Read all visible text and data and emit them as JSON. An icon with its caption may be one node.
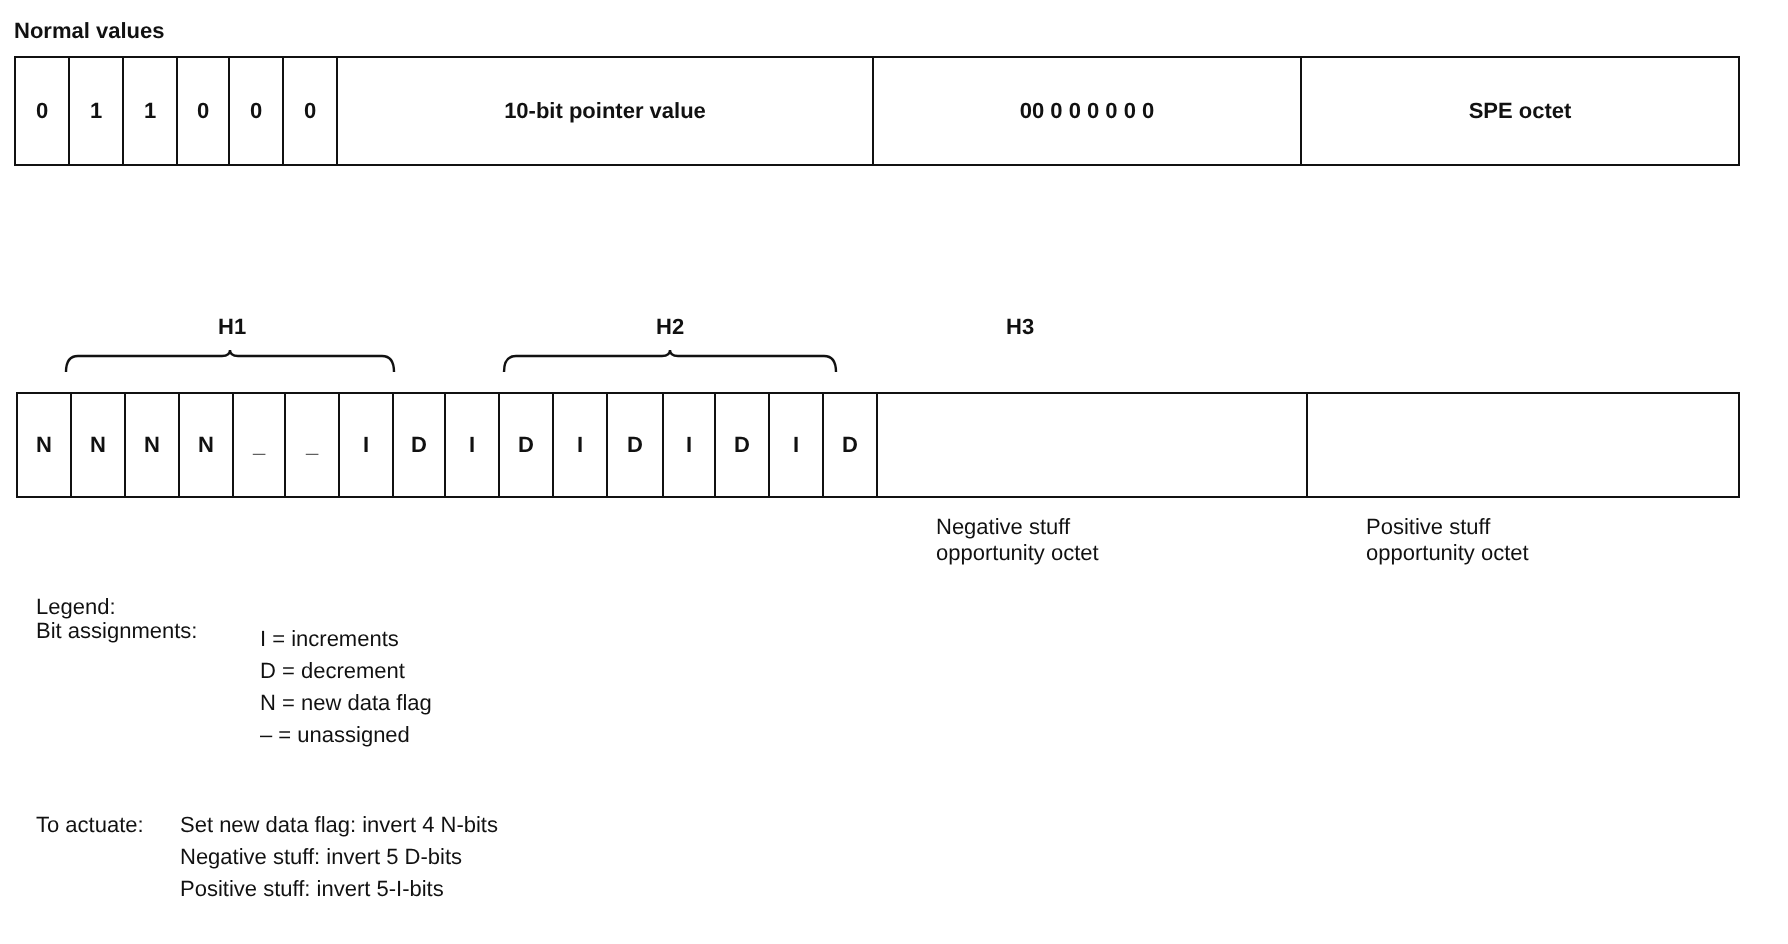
{
  "diagram": {
    "labels": [
      "Normal values",
      "0",
      "1",
      "1",
      "0",
      "0",
      "0",
      "10-bit pointer value",
      "00 0 0 0 0 0 0",
      "SPE octet",
      "H1",
      "H2",
      "H3",
      "N",
      "N",
      "N",
      "N",
      "_",
      "_",
      "I",
      "D",
      "I",
      "D",
      "I",
      "D",
      "I",
      "D",
      "I",
      "D",
      "Negative stuff opportunity octet",
      "Positive stuff opportunity octet",
      "Legend:",
      "Bit assignments:",
      "I = increments",
      "D = decrement",
      "N = new data flag",
      "– = unassigned",
      "To actuate:",
      "Set new data flag: invert 4 N-bits",
      "Negative stuff: invert 5 D-bits",
      "Positive stuff: invert 5-I-bits"
    ]
  }
}
